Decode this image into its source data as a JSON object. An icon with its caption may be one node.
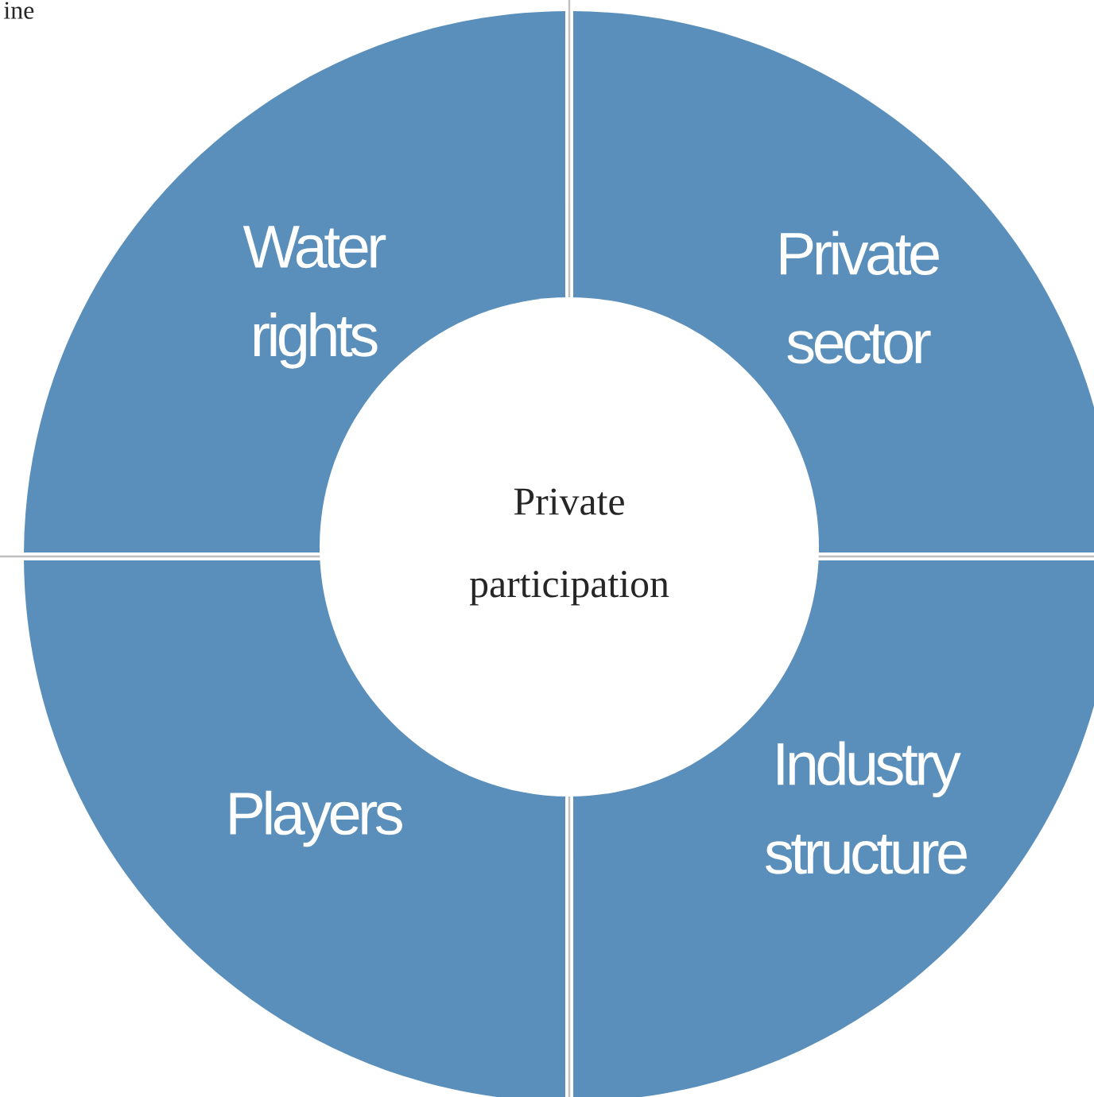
{
  "diagram": {
    "nodes": [
      {
        "text": [
          "Private participation"
        ]
      },
      {
        "text": [
          "Water rights"
        ]
      },
      {
        "text": [
          "Private sector"
        ]
      },
      {
        "text": [
          "Players"
        ]
      },
      {
        "text": [
          "Industry structure"
        ]
      }
    ],
    "labels": [
      "ine"
    ]
  }
}
